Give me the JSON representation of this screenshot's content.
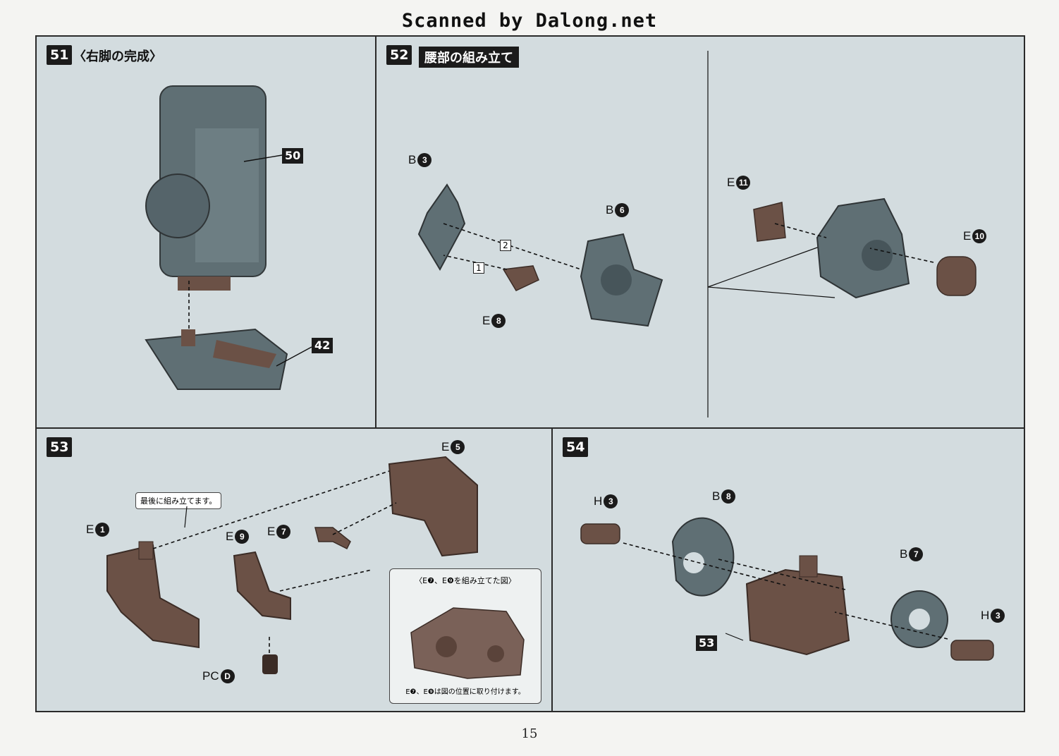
{
  "header": {
    "scan_credit": "Scanned by Dalong.net"
  },
  "steps": {
    "s51": {
      "number": "51",
      "title": "〈右脚の完成〉",
      "ref_top": "50",
      "ref_bottom": "42"
    },
    "s52": {
      "number": "52",
      "title": "腰部の組み立て",
      "parts": {
        "b3": "B",
        "b3n": "3",
        "b6": "B",
        "b6n": "6",
        "e8": "E",
        "e8n": "8",
        "e11": "E",
        "e11n": "11",
        "e10": "E",
        "e10n": "10"
      },
      "order1": "1",
      "order2": "2"
    },
    "s53": {
      "number": "53",
      "note": "最後に組み立てます。",
      "parts": {
        "e1": "E",
        "e1n": "1",
        "e9": "E",
        "e9n": "9",
        "e7": "E",
        "e7n": "7",
        "e5": "E",
        "e5n": "5",
        "pcd": "PC",
        "pcdn": "D"
      },
      "inset_title": "〈E❼、E❾を組み立てた図〉",
      "inset_footer": "E❼、E❾は図の位置に取り付けます。"
    },
    "s54": {
      "number": "54",
      "ref53": "53",
      "parts": {
        "h3a": "H",
        "h3an": "3",
        "b8": "B",
        "b8n": "8",
        "b7": "B",
        "b7n": "7",
        "h3b": "H",
        "h3bn": "3"
      }
    }
  },
  "footer": {
    "page_number": "15"
  },
  "colors": {
    "panel_bg": "#d3dcdf",
    "part_gray": "#5f6f74",
    "part_brown": "#6b5146"
  }
}
